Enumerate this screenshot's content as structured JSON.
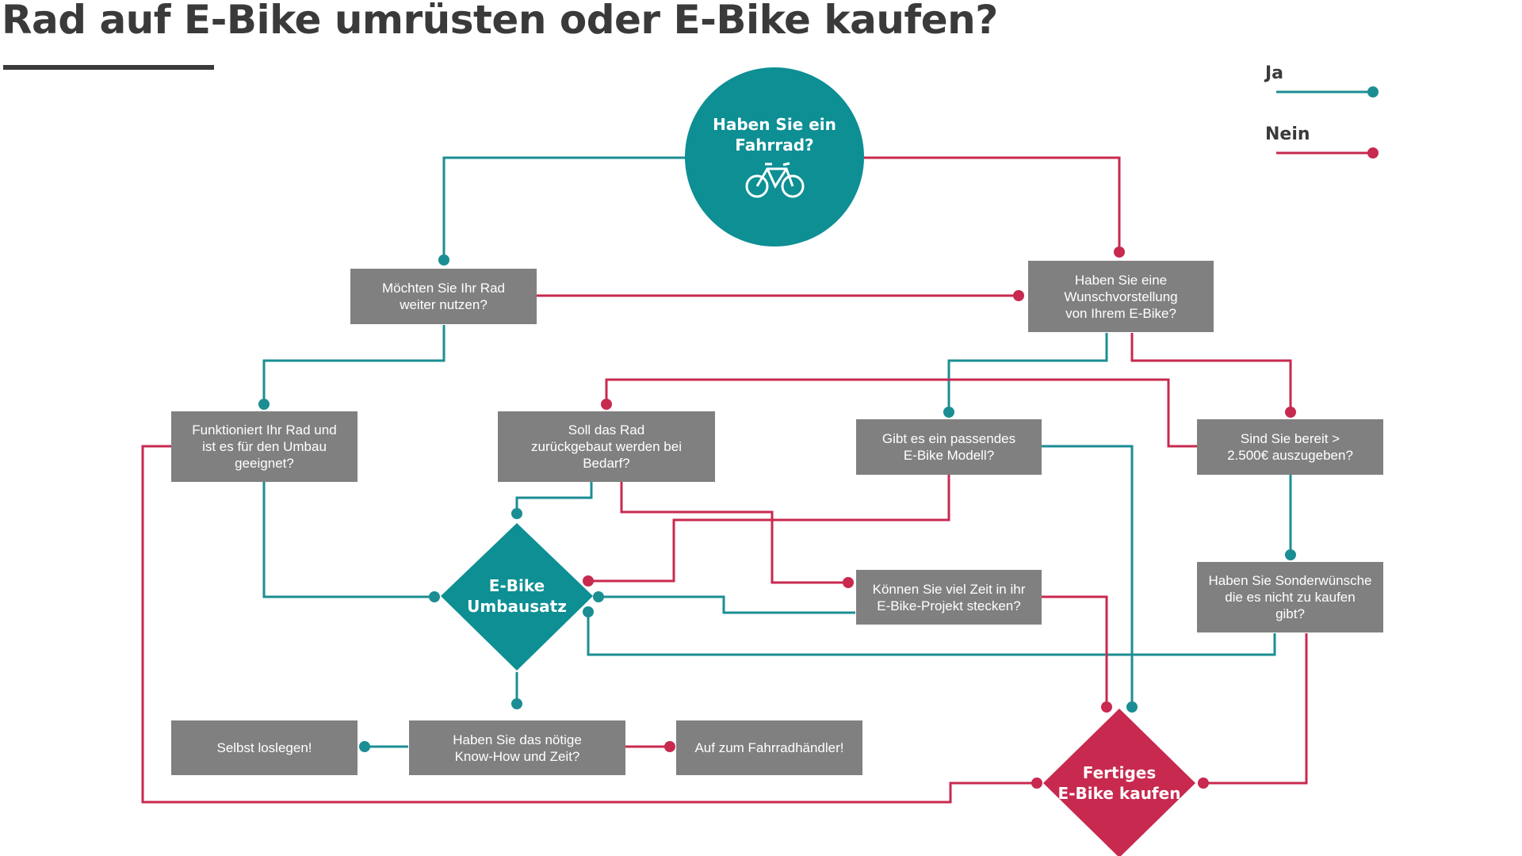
{
  "title": "Rad auf E-Bike umrüsten oder E-Bike kaufen?",
  "colors": {
    "yes": "#1b8e93",
    "no": "#c8294f",
    "box": "#808080",
    "start": "#0d8f94",
    "kit": "#0d8f94",
    "buy": "#c8294f",
    "title": "#3a3a3a"
  },
  "legend": {
    "yes": "Ja",
    "no": "Nein"
  },
  "start": {
    "label": "Haben Sie ein\nFahrrad?",
    "icon": "bicycle-icon"
  },
  "questions": {
    "weiter_nutzen": "Möchten Sie Ihr Rad\nweiter nutzen?",
    "wunschvorstellung": "Haben Sie eine\nWunschvorstellung\nvon Ihrem E-Bike?",
    "funktioniert": "Funktioniert Ihr Rad und\nist es für den Umbau\ngeeignet?",
    "zurueckgebaut": "Soll das Rad\nzurückgebaut werden bei\nBedarf?",
    "passendes_modell": "Gibt es ein passendes\nE-Bike Modell?",
    "bereit_2500": "Sind Sie bereit >\n2.500€ auszugeben?",
    "viel_zeit": "Können Sie viel Zeit in ihr\nE-Bike-Projekt stecken?",
    "sonderwuensche": "Haben Sie Sonderwünsche\ndie es nicht zu kaufen\ngibt?",
    "know_how": "Haben Sie das nötige\nKnow-How und Zeit?"
  },
  "outcomes": {
    "umbausatz": "E-Bike\nUmbausatz",
    "fertiges": "Fertiges\nE-Bike kaufen",
    "selbst": "Selbst loslegen!",
    "haendler": "Auf zum Fahrradhändler!"
  }
}
